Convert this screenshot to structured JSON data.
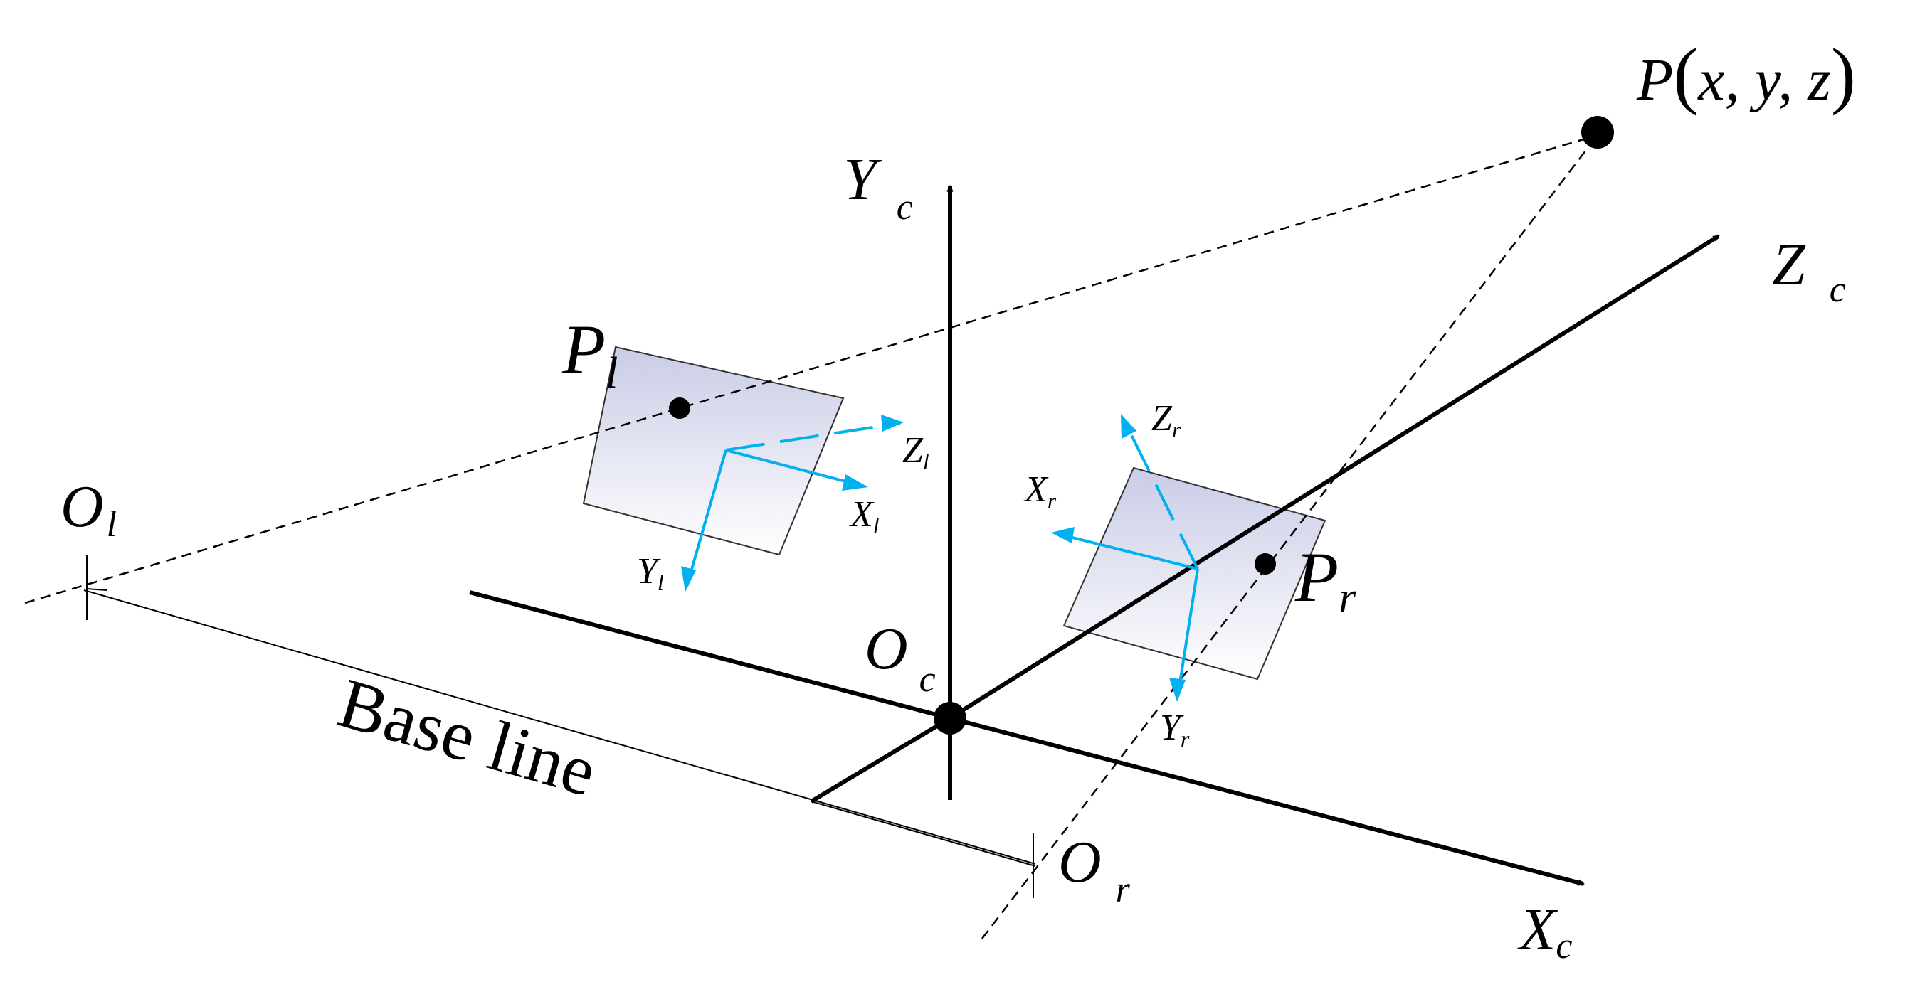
{
  "colors": {
    "axis": "#000000",
    "camera_axis": "#00B0F0",
    "plane_fill_top": "#C9CCE6",
    "plane_fill_bottom": "#FFFFFF",
    "background": "#FFFFFF"
  },
  "labels": {
    "point": {
      "main": "P",
      "open": "(",
      "coords": "x, y, z",
      "close": ")"
    },
    "yc": {
      "main": "Y",
      "sub": "c"
    },
    "zc": {
      "main": "Z",
      "sub": "c"
    },
    "xc": {
      "main": "X",
      "sub": "c"
    },
    "oc": {
      "main": "O",
      "sub": "c"
    },
    "ol": {
      "main": "O",
      "sub": "l"
    },
    "or": {
      "main": "O",
      "sub": "r"
    },
    "pl": {
      "main": "P",
      "sub": "l"
    },
    "pr": {
      "main": "P",
      "sub": "r"
    },
    "zl": {
      "main": "Z",
      "sub": "l"
    },
    "xl": {
      "main": "X",
      "sub": "l"
    },
    "yl": {
      "main": "Y",
      "sub": "l"
    },
    "zr": {
      "main": "Z",
      "sub": "r"
    },
    "xr": {
      "main": "X",
      "sub": "r"
    },
    "yr": {
      "main": "Y",
      "sub": "r"
    },
    "baseline": "Base line"
  }
}
